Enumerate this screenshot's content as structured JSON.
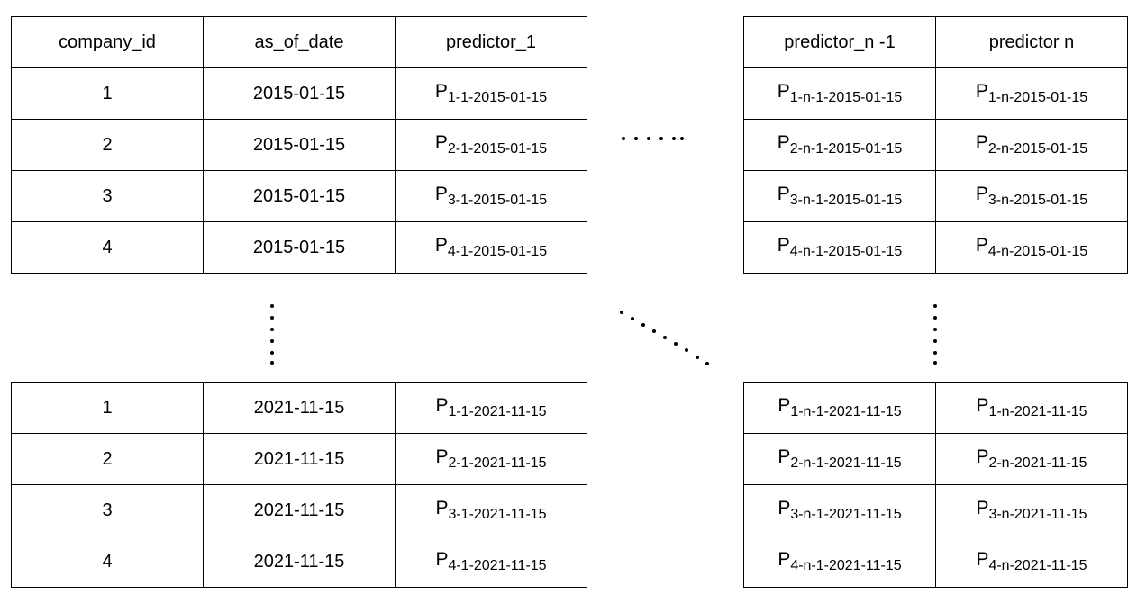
{
  "top_left": {
    "headers": [
      "company_id",
      "as_of_date",
      "predictor_1"
    ],
    "rows": [
      {
        "id": "1",
        "date": "2015-01-15",
        "p_main": "P",
        "p_sub": "1-1-2015-01-15"
      },
      {
        "id": "2",
        "date": "2015-01-15",
        "p_main": "P",
        "p_sub": "2-1-2015-01-15"
      },
      {
        "id": "3",
        "date": "2015-01-15",
        "p_main": "P",
        "p_sub": "3-1-2015-01-15"
      },
      {
        "id": "4",
        "date": "2015-01-15",
        "p_main": "P",
        "p_sub": "4-1-2015-01-15"
      }
    ]
  },
  "top_right": {
    "headers": [
      "predictor_n -1",
      "predictor n"
    ],
    "rows": [
      {
        "a_main": "P",
        "a_sub": "1-n-1-2015-01-15",
        "b_main": "P",
        "b_sub": "1-n-2015-01-15"
      },
      {
        "a_main": "P",
        "a_sub": "2-n-1-2015-01-15",
        "b_main": "P",
        "b_sub": "2-n-2015-01-15"
      },
      {
        "a_main": "P",
        "a_sub": "3-n-1-2015-01-15",
        "b_main": "P",
        "b_sub": "3-n-2015-01-15"
      },
      {
        "a_main": "P",
        "a_sub": "4-n-1-2015-01-15",
        "b_main": "P",
        "b_sub": "4-n-2015-01-15"
      }
    ]
  },
  "bottom_left": {
    "rows": [
      {
        "id": "1",
        "date": "2021-11-15",
        "p_main": "P",
        "p_sub": "1-1-2021-11-15"
      },
      {
        "id": "2",
        "date": "2021-11-15",
        "p_main": "P",
        "p_sub": "2-1-2021-11-15"
      },
      {
        "id": "3",
        "date": "2021-11-15",
        "p_main": "P",
        "p_sub": "3-1-2021-11-15"
      },
      {
        "id": "4",
        "date": "2021-11-15",
        "p_main": "P",
        "p_sub": "4-1-2021-11-15"
      }
    ]
  },
  "bottom_right": {
    "rows": [
      {
        "a_main": "P",
        "a_sub": "1-n-1-2021-11-15",
        "b_main": "P",
        "b_sub": "1-n-2021-11-15"
      },
      {
        "a_main": "P",
        "a_sub": "2-n-1-2021-11-15",
        "b_main": "P",
        "b_sub": "2-n-2021-11-15"
      },
      {
        "a_main": "P",
        "a_sub": "3-n-1-2021-11-15",
        "b_main": "P",
        "b_sub": "3-n-2021-11-15"
      },
      {
        "a_main": "P",
        "a_sub": "4-n-1-2021-11-15",
        "b_main": "P",
        "b_sub": "4-n-2021-11-15"
      }
    ]
  }
}
